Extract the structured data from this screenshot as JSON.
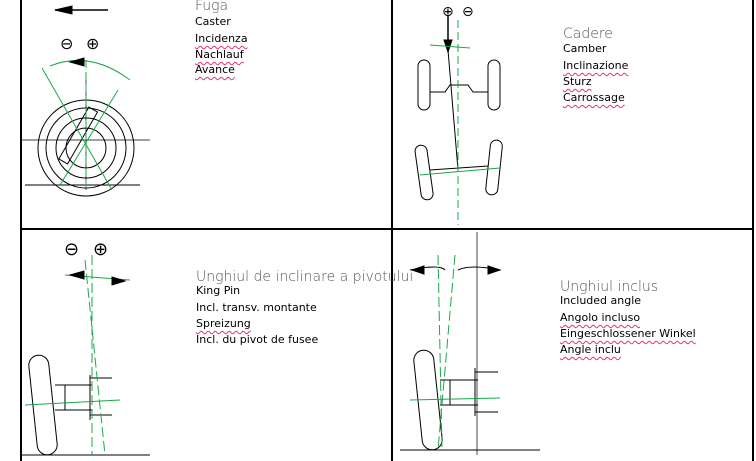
{
  "panels": {
    "caster": {
      "title": "Fuga",
      "terms": [
        "Caster",
        "Incidenza",
        "Nachlauf",
        "Avance"
      ],
      "signs": [
        "⊖",
        "⊕"
      ]
    },
    "camber": {
      "title": "Cadere",
      "terms": [
        "Camber",
        "Inclinazione",
        "Sturz",
        "Carrossage"
      ],
      "signs": [
        "⊕",
        "⊖"
      ]
    },
    "kingpin": {
      "title": "Unghiul de inclinare a pivotului",
      "terms": [
        "King Pin",
        "Incl. transv. montante",
        "Spreizung",
        "Incl. du pivot de fusee"
      ],
      "signs": [
        "⊖",
        "⊕"
      ]
    },
    "included": {
      "title": "Unghiul inclus",
      "terms": [
        "Included angle",
        "Angolo incluso",
        "Eingeschlossener Winkel",
        "Angle inclu"
      ]
    }
  },
  "colors": {
    "guide": "#1aa84a",
    "spellcheck": "#e8336a",
    "line": "#000000"
  }
}
